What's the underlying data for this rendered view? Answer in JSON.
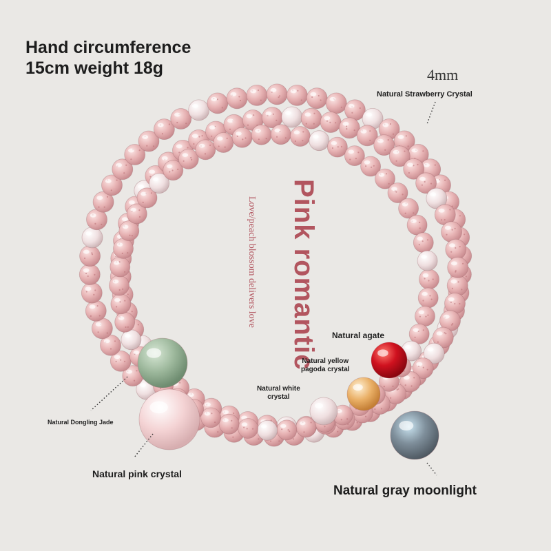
{
  "header": {
    "line1": "Hand circumference",
    "line2": "15cm weight 18g"
  },
  "bead_size": "4mm",
  "title_vertical": "Pink romantic",
  "subtitle_vertical": "Love/peach blossom delivers love",
  "labels": {
    "strawberry": "Natural Strawberry Crystal",
    "agate": "Natural agate",
    "yellow_line1": "Natural yellow",
    "yellow_line2": "pagoda crystal",
    "white_line1": "Natural white",
    "white_line2": "crystal",
    "jade": "Natural Dongling Jade",
    "pink": "Natural pink crystal",
    "moonlight": "Natural gray moonlight"
  },
  "colors": {
    "background": "#eae8e5",
    "strawberry_bead": "#e4b3b4",
    "accent_text": "#b2555f",
    "agate": "#c8101e",
    "jade": "#9ab59a",
    "moonstone": "#7b8a96",
    "citrine": "#e7a352"
  }
}
